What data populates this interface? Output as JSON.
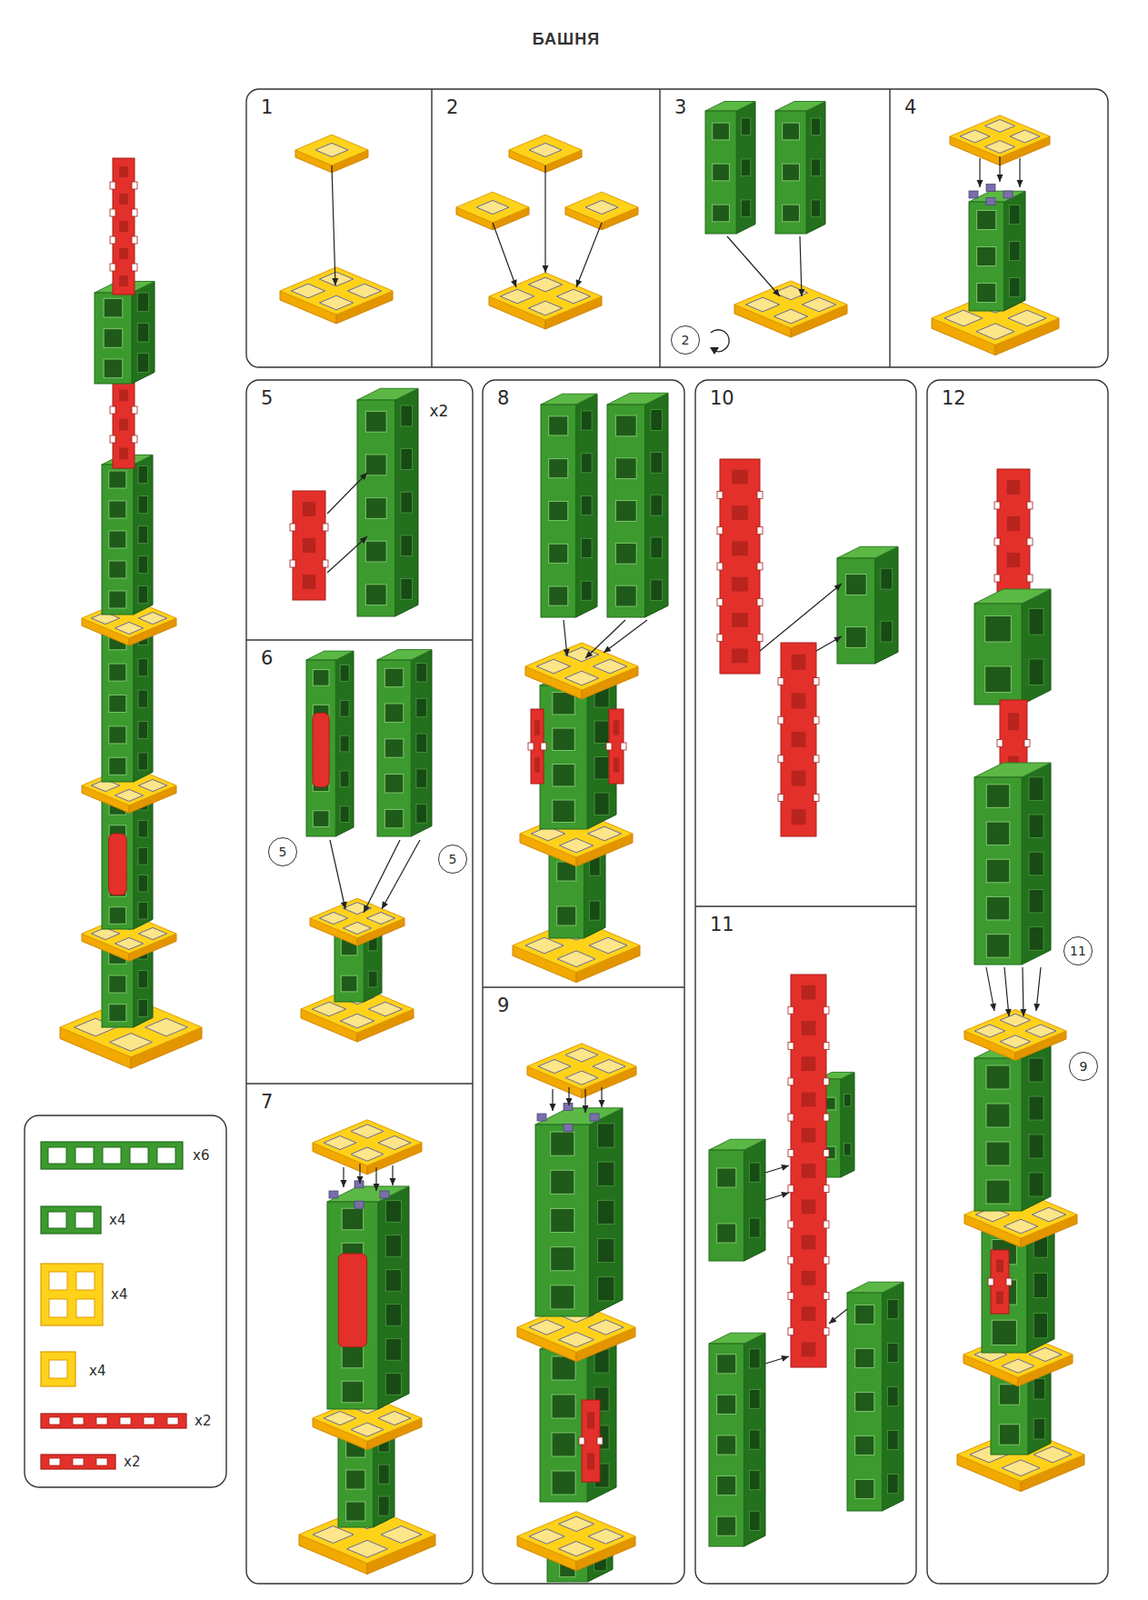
{
  "diagram": {
    "title": "БАШНЯ",
    "nodes": [
      {
        "text": [
          "1"
        ]
      },
      {
        "text": [
          "2"
        ]
      },
      {
        "text": [
          "3"
        ]
      },
      {
        "text": [
          "4"
        ]
      },
      {
        "text": [
          "5"
        ]
      },
      {
        "text": [
          "6"
        ]
      },
      {
        "text": [
          "7"
        ]
      },
      {
        "text": [
          "8"
        ]
      },
      {
        "text": [
          "9"
        ]
      },
      {
        "text": [
          "10"
        ]
      },
      {
        "text": [
          "11"
        ]
      },
      {
        "text": [
          "12"
        ]
      }
    ],
    "labels": [
      "2",
      "x2",
      "5",
      "5",
      "11",
      "9"
    ],
    "legend": [
      {
        "text": "x6"
      },
      {
        "text": "x4"
      },
      {
        "text": "x4"
      },
      {
        "text": "x4"
      },
      {
        "text": "x2"
      },
      {
        "text": "x2"
      }
    ]
  }
}
